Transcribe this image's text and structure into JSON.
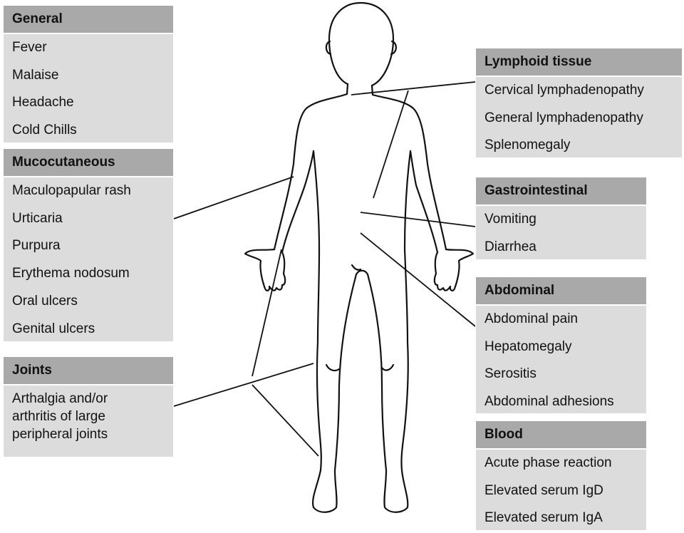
{
  "colors": {
    "header_bg": "#a9a9a9",
    "body_bg": "#dcdcdc",
    "line": "#111111"
  },
  "figure": {
    "icon": "human-body-outline-icon"
  },
  "categories": {
    "general": {
      "title": "General",
      "items": [
        "Fever",
        "Malaise",
        "Headache",
        "Cold Chills"
      ]
    },
    "mucocutaneous": {
      "title": "Mucocutaneous",
      "items": [
        "Maculopapular rash",
        "Urticaria",
        "Purpura",
        "Erythema nodosum",
        "Oral ulcers",
        "Genital ulcers"
      ]
    },
    "joints": {
      "title": "Joints",
      "items": [
        "Arthalgia and/or arthritis of large peripheral joints"
      ]
    },
    "lymphoid": {
      "title": "Lymphoid tissue",
      "items": [
        "Cervical lymphadenopathy",
        "General lymphadenopathy",
        "Splenomegaly"
      ]
    },
    "gastrointestinal": {
      "title": "Gastrointestinal",
      "items": [
        "Vomiting",
        "Diarrhea"
      ]
    },
    "abdominal": {
      "title": "Abdominal",
      "items": [
        "Abdominal pain",
        "Hepatomegaly",
        "Serositis",
        "Abdominal adhesions"
      ]
    },
    "blood": {
      "title": "Blood",
      "items": [
        "Acute phase reaction",
        "Elevated serum IgD",
        "Elevated serum IgA"
      ]
    }
  }
}
